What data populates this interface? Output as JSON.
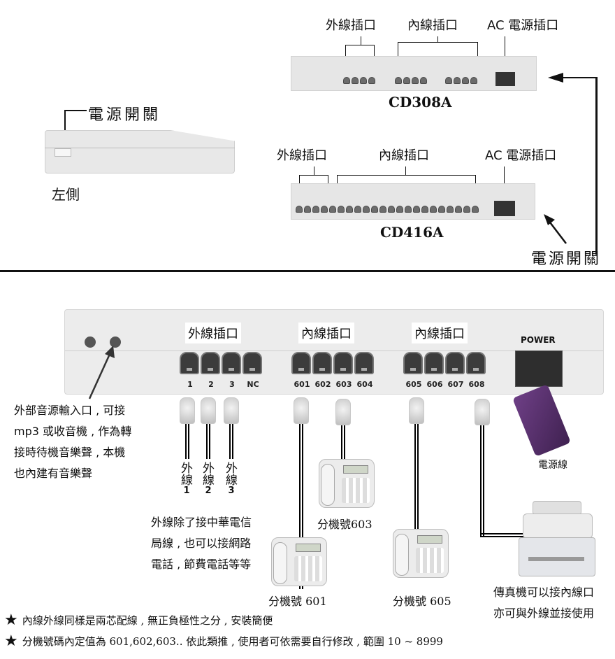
{
  "top": {
    "cd308a": {
      "model": "CD308A",
      "labels": {
        "co_ports": "外線插口",
        "ext_ports": "內線插口",
        "ac_port": "AC 電源插口"
      }
    },
    "cd416a": {
      "model": "CD416A",
      "labels": {
        "co_ports": "外線插口",
        "ext_ports": "內線插口",
        "ac_port": "AC 電源插口"
      }
    },
    "left_side": {
      "switch_label": "電源開關",
      "caption": "左側"
    },
    "power_switch_label": "電源開關"
  },
  "bottom": {
    "unit": {
      "group_co": "外線插口",
      "group_ext_a": "內線插口",
      "group_ext_b": "內線插口",
      "power": "POWER",
      "co_ports": [
        "1",
        "2",
        "3",
        "NC"
      ],
      "ext_ports_a": [
        "601",
        "602",
        "603",
        "604"
      ],
      "ext_ports_b": [
        "605",
        "606",
        "607",
        "608"
      ]
    },
    "music_note": [
      "外部音源輸入口 , 可接",
      "mp3 或收音機 , 作為轉",
      "接時待機音樂聲 , 本機",
      "也內建有音樂聲"
    ],
    "lines": [
      {
        "label": "外線",
        "num": "1"
      },
      {
        "label": "外線",
        "num": "2"
      },
      {
        "label": "外線",
        "num": "3"
      }
    ],
    "line_note": [
      "外線除了接中華電信",
      "局線 , 也可以接網路",
      "電話 , 節費電話等等"
    ],
    "phones": {
      "p601": "分機號 601",
      "p603": "分機號603",
      "p605": "分機號 605"
    },
    "power_cord": "電源線",
    "fax_note": [
      "傳真機可以接內線口",
      "亦可與外線並接使用"
    ],
    "footnotes": [
      "內線外線同樣是兩芯配線 , 無正負極性之分 , 安裝簡便",
      "分機號碼內定值為 601,602,603.. 依此類推 , 使用者可依需要自行修改 , 範圍 10 ~ 8999"
    ],
    "star_icon": "★"
  }
}
